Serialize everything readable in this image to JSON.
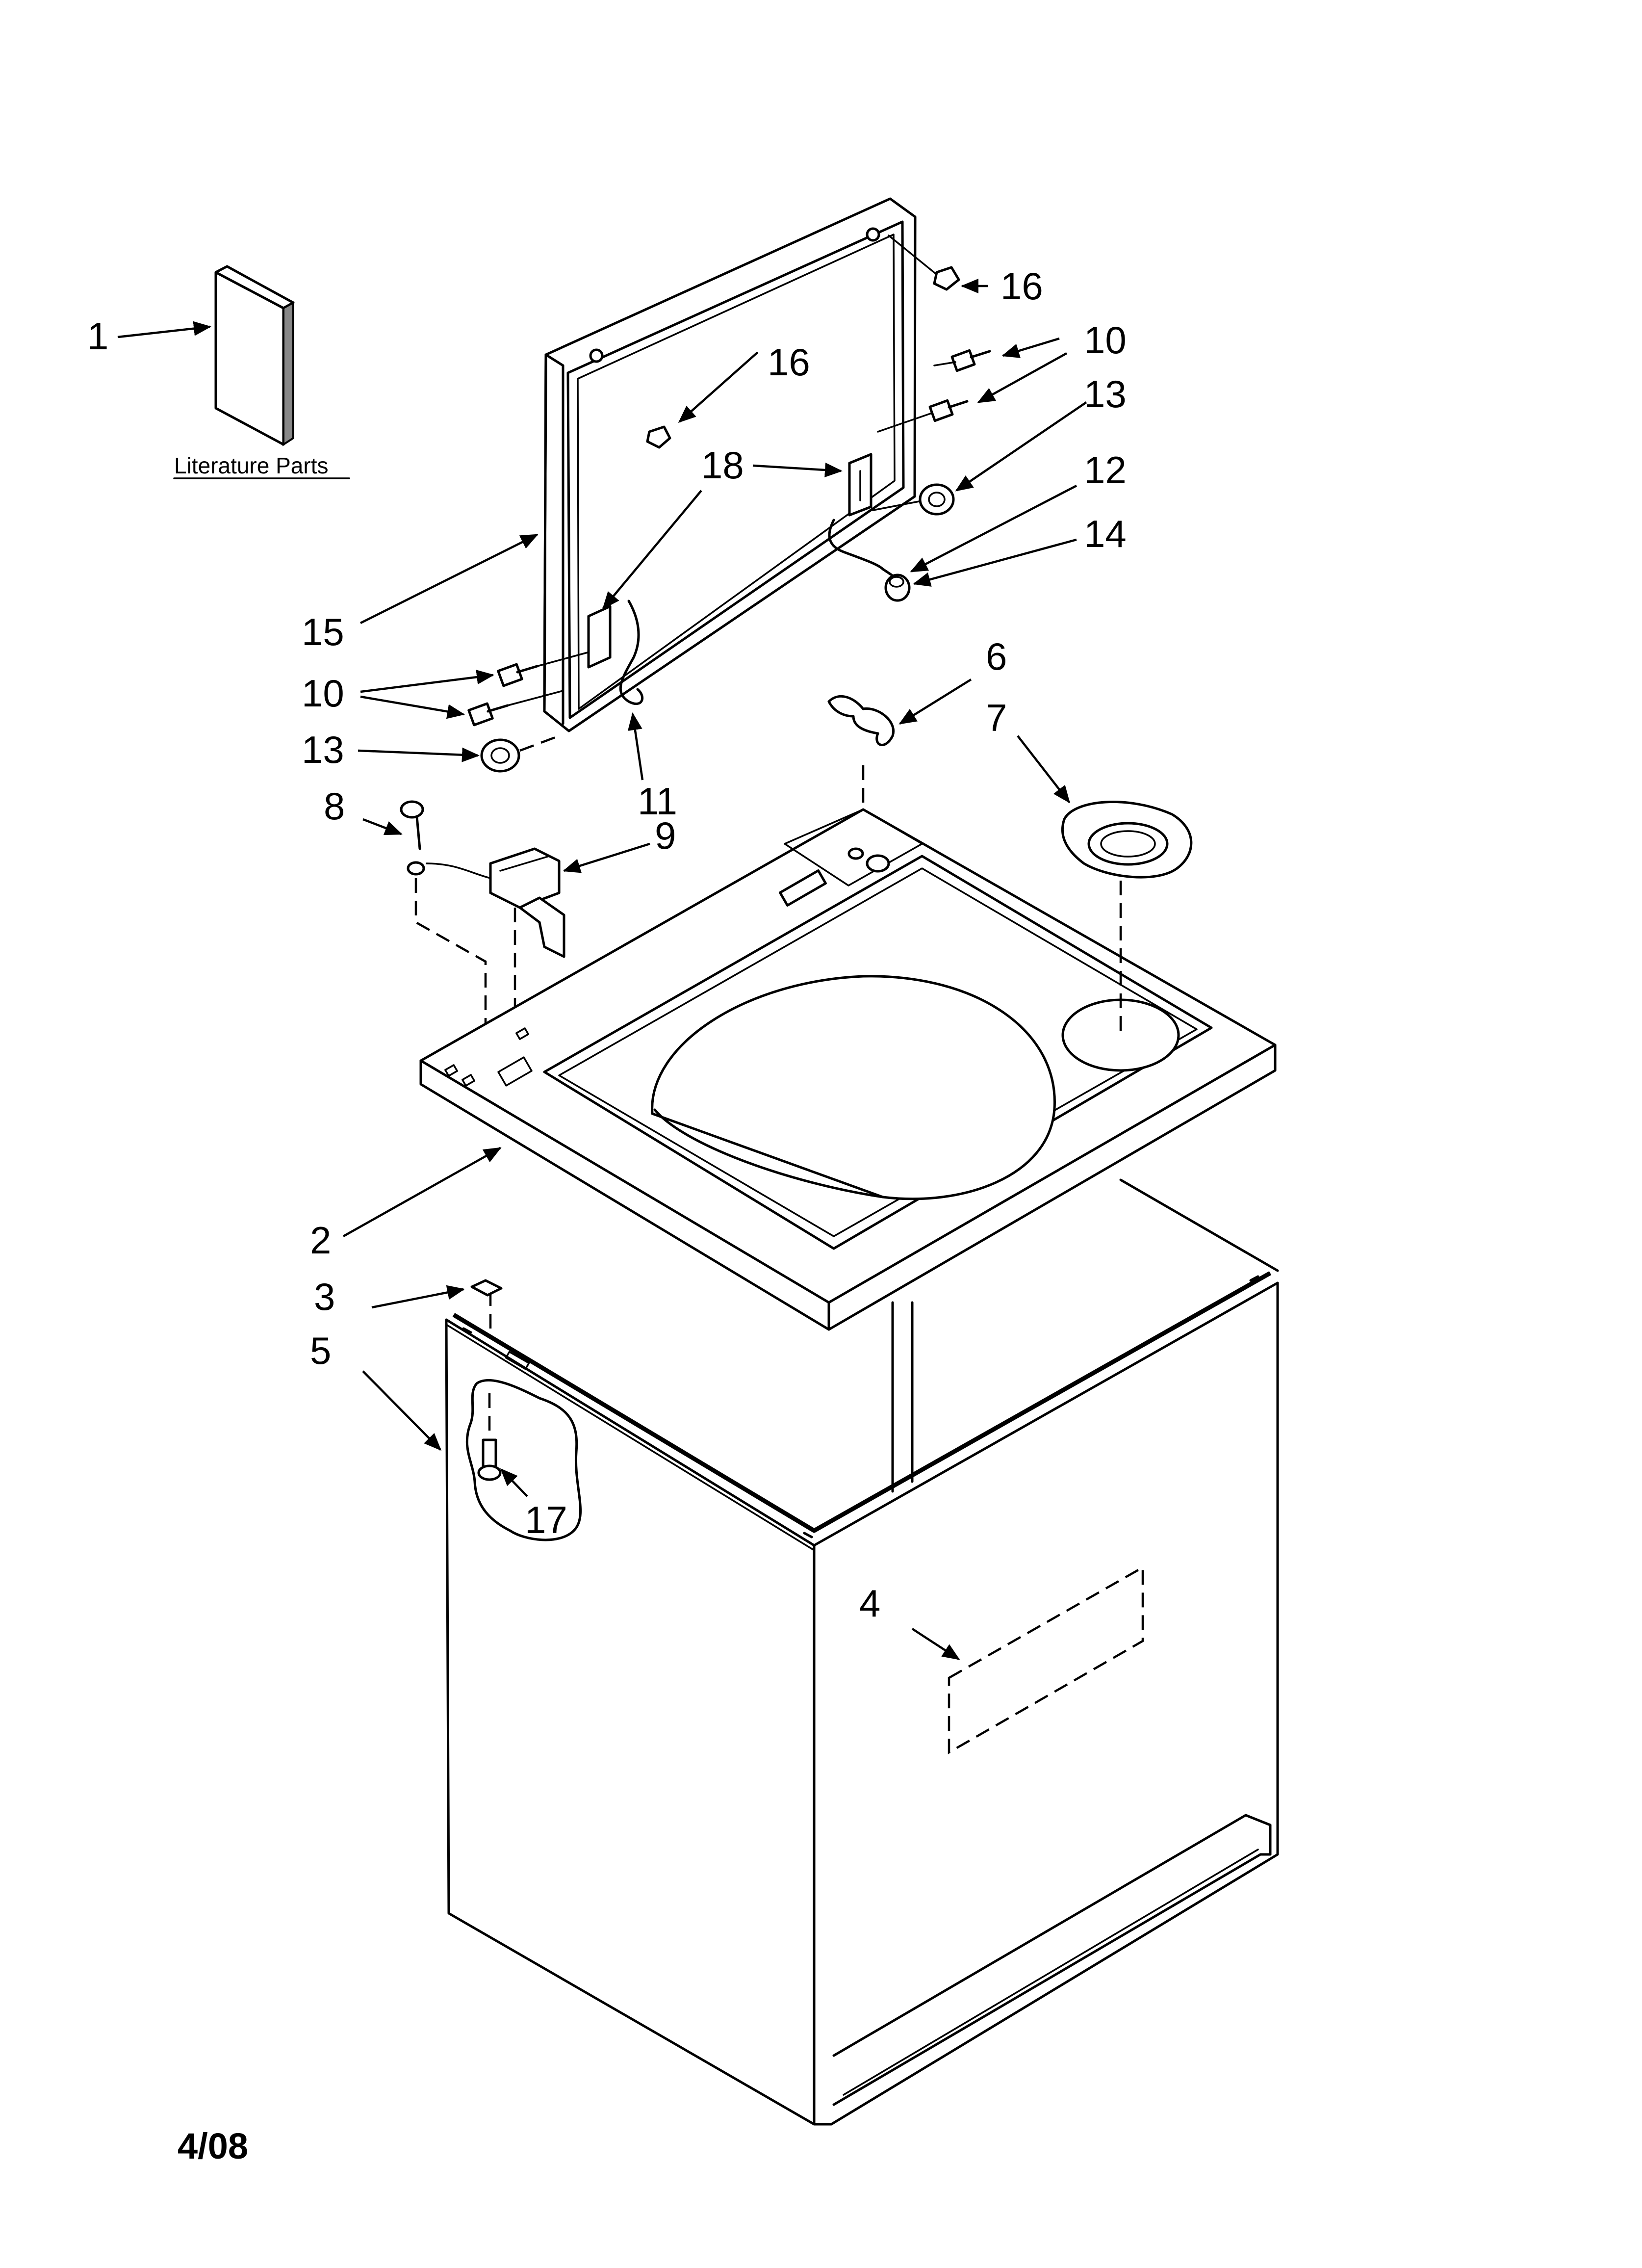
{
  "diagram": {
    "literature_label": "Literature Parts",
    "date": "4/08",
    "callouts": {
      "c1": "1",
      "c2": "2",
      "c3": "3",
      "c4": "4",
      "c5": "5",
      "c6": "6",
      "c7": "7",
      "c8": "8",
      "c9": "9",
      "c10a": "10",
      "c10b": "10",
      "c11": "11",
      "c12": "12",
      "c13a": "13",
      "c13b": "13",
      "c14": "14",
      "c15": "15",
      "c16a": "16",
      "c16b": "16",
      "c17": "17",
      "c18": "18"
    }
  }
}
